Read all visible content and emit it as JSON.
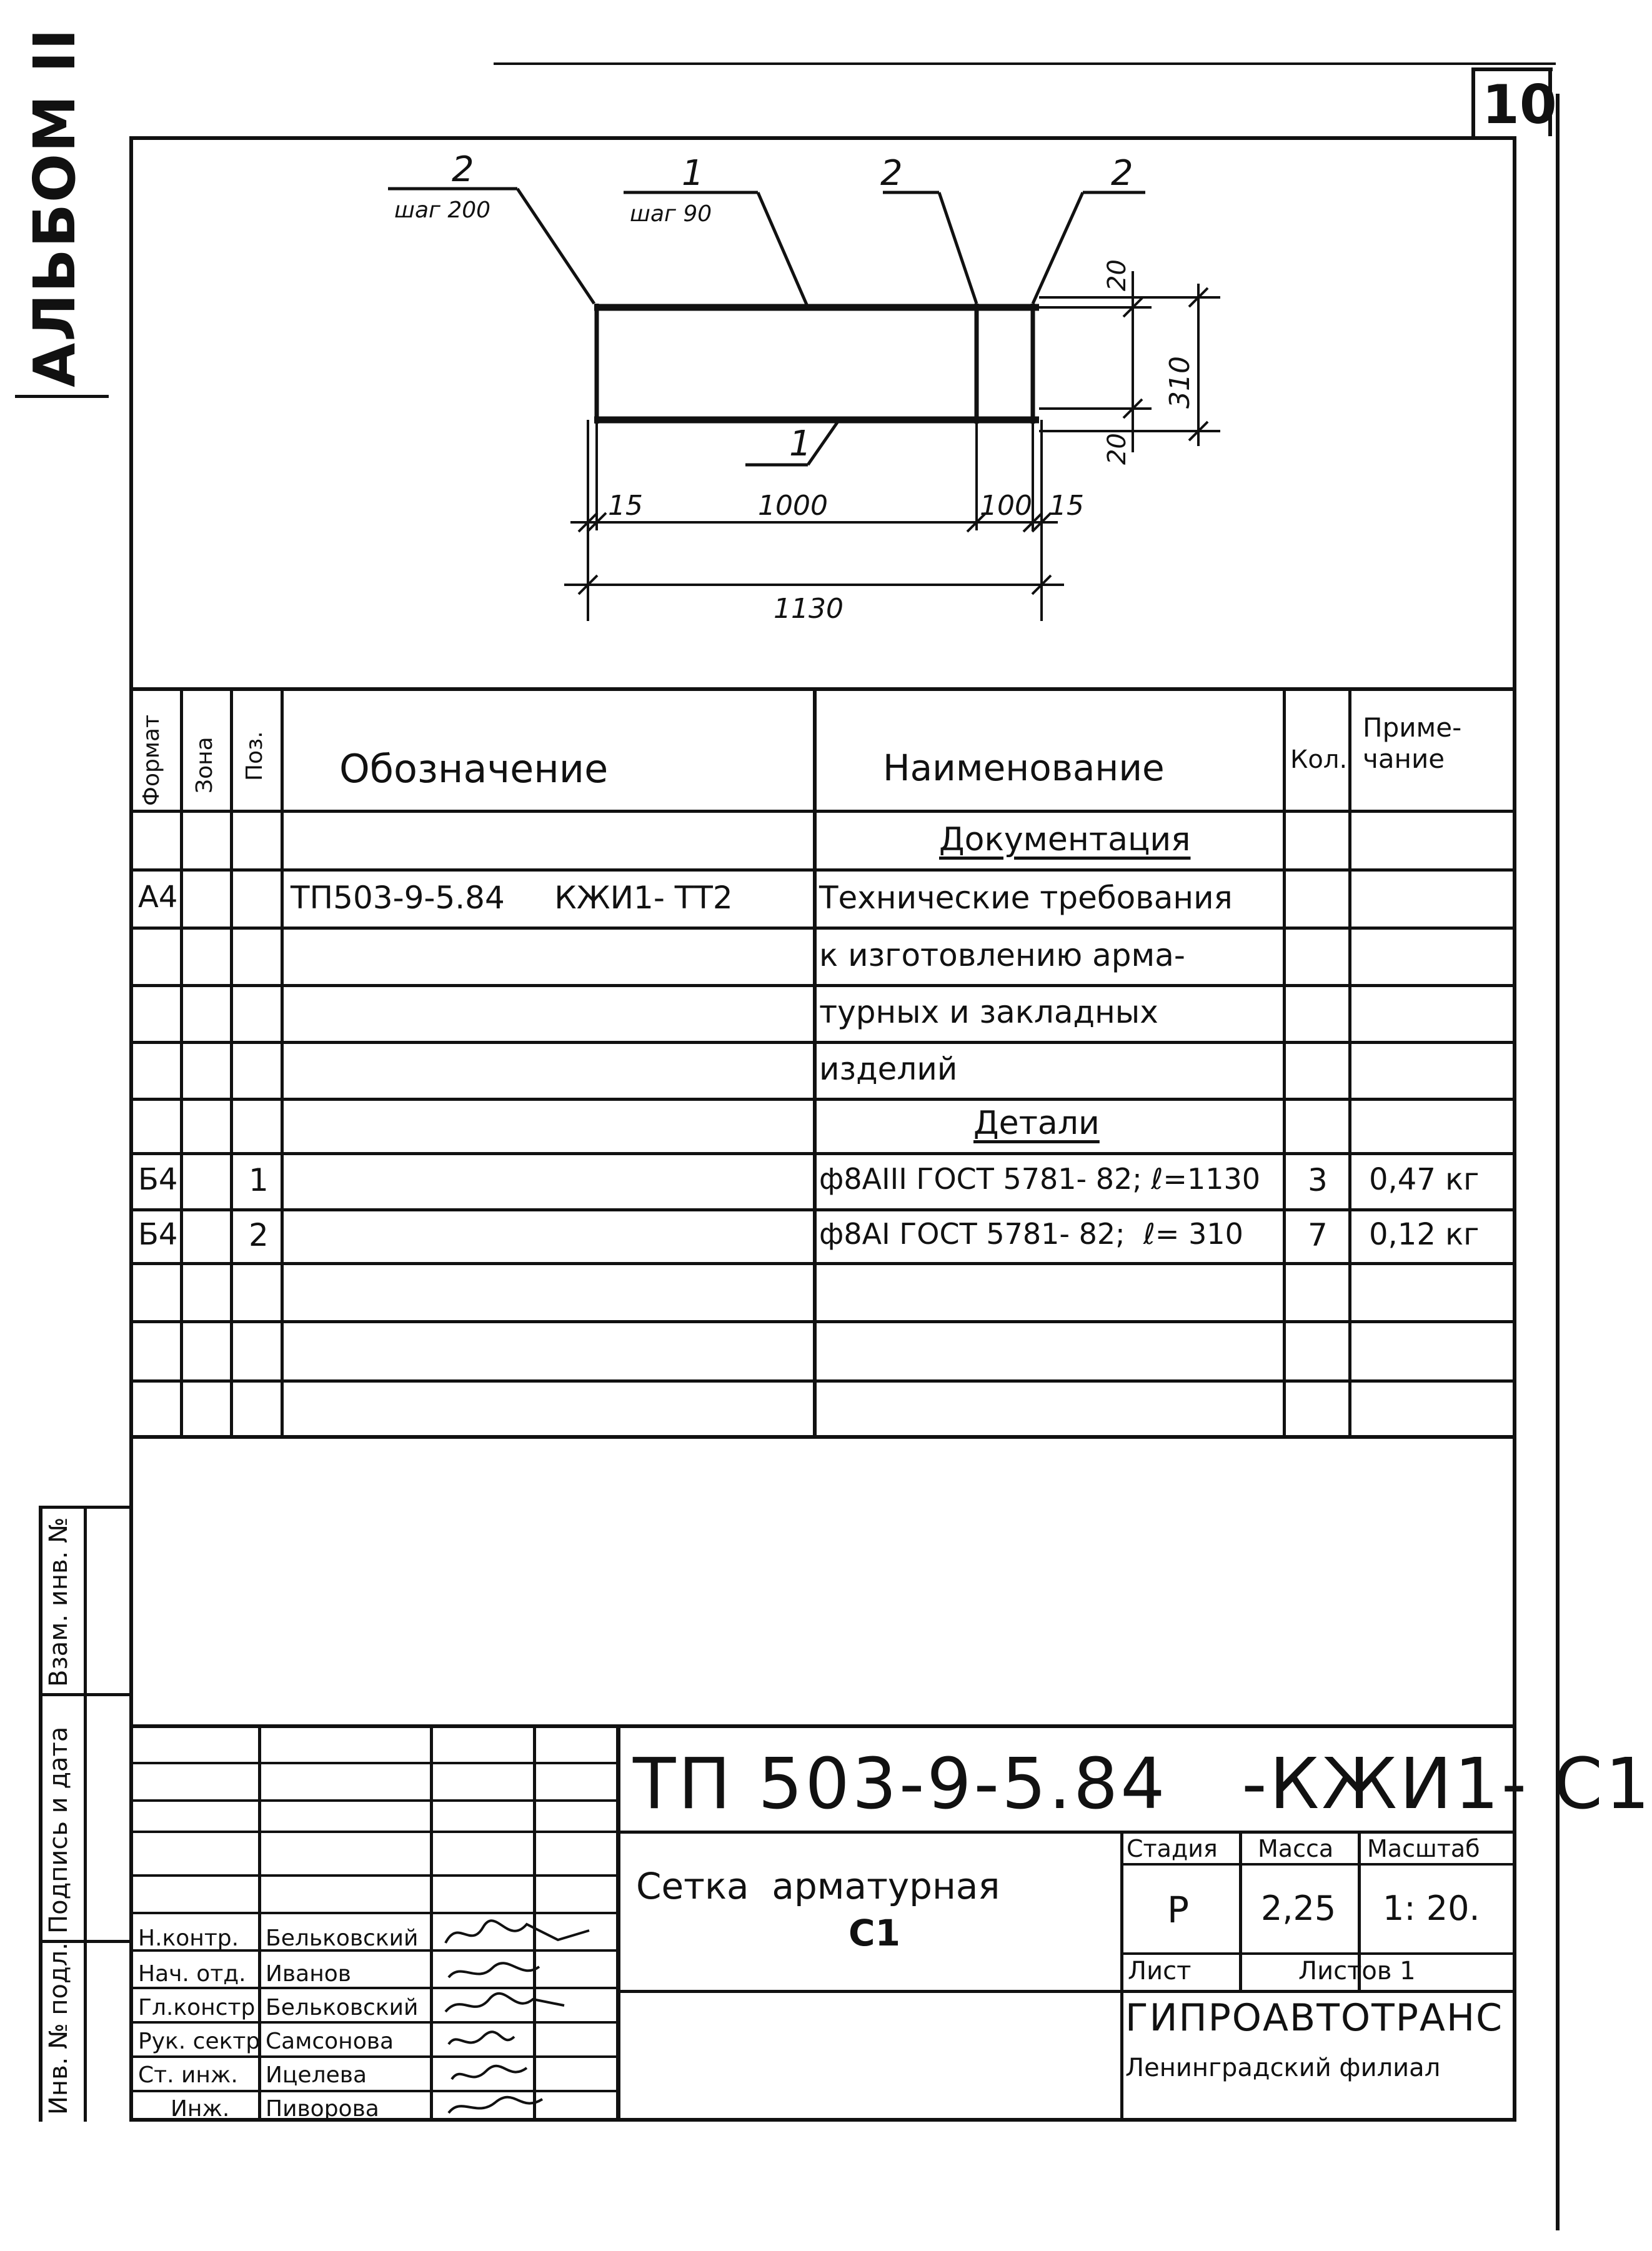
{
  "sheet": {
    "number": "10",
    "album": "АЛЬБОМ II"
  },
  "drawing": {
    "callouts": [
      {
        "pos": "2",
        "note": "шаг 200"
      },
      {
        "pos": "1",
        "note": "шаг 90"
      },
      {
        "pos": "2",
        "note": ""
      },
      {
        "pos": "2",
        "note": ""
      },
      {
        "pos": "1",
        "note": ""
      }
    ],
    "dims": {
      "end_left": "15",
      "span": "1000",
      "gap": "100",
      "end_right": "15",
      "total": "1130",
      "height": "310",
      "top_cover": "20",
      "bottom_cover": "20"
    }
  },
  "spec": {
    "headers": {
      "format": "Формат",
      "zone": "Зона",
      "pos": "Поз.",
      "designation": "Обозначение",
      "name": "Наименование",
      "qty": "Кол.",
      "note": "Приме-\nчание"
    },
    "rows": [
      {
        "format": "",
        "pos": "",
        "designation": "",
        "name": "Документация",
        "qty": "",
        "note": "",
        "heading": true
      },
      {
        "format": "А4",
        "pos": "",
        "designation": "ТП503-9-5.84     КЖИ1- ТТ2",
        "name": "Технические требования",
        "qty": "",
        "note": ""
      },
      {
        "format": "",
        "pos": "",
        "designation": "",
        "name": "к изготовлению арма-",
        "qty": "",
        "note": ""
      },
      {
        "format": "",
        "pos": "",
        "designation": "",
        "name": "турных и закладных",
        "qty": "",
        "note": ""
      },
      {
        "format": "",
        "pos": "",
        "designation": "",
        "name": "изделий",
        "qty": "",
        "note": ""
      },
      {
        "format": "",
        "pos": "",
        "designation": "",
        "name": "Детали",
        "qty": "",
        "note": "",
        "heading": true
      },
      {
        "format": "Б4",
        "pos": "1",
        "designation": "",
        "name": "ф8АIII ГОСТ 5781- 82; ℓ=1130",
        "qty": "3",
        "note": "0,47 кг"
      },
      {
        "format": "Б4",
        "pos": "2",
        "designation": "",
        "name": "ф8АI ГОСТ 5781- 82;  ℓ= 310",
        "qty": "7",
        "note": "0,12 кг"
      },
      {
        "format": "",
        "pos": "",
        "designation": "",
        "name": "",
        "qty": "",
        "note": ""
      },
      {
        "format": "",
        "pos": "",
        "designation": "",
        "name": "",
        "qty": "",
        "note": ""
      },
      {
        "format": "",
        "pos": "",
        "designation": "",
        "name": "",
        "qty": "",
        "note": ""
      }
    ]
  },
  "side_stamp": {
    "inv_orig": "Инв. № подл.",
    "sign_date": "Подпись и дата",
    "inv_replace": "Взам. инв. №"
  },
  "title_block": {
    "code": "ТП 503-9-5.84   -КЖИ1- С1",
    "title_line1": "Сетка  арматурная",
    "title_line2": "С1",
    "stage_label": "Стадия",
    "mass_label": "Масса",
    "scale_label": "Масштаб",
    "stage": "Р",
    "mass": "2,25",
    "scale": "1: 20.",
    "sheet_label": "Лист",
    "sheets_label": "Листов 1",
    "org": "ГИПРОАВТОТРАНС",
    "branch": "Ленинградский филиал",
    "staff": [
      {
        "role": "Н.контр.",
        "name": "Бельковский"
      },
      {
        "role": "Нач. отд.",
        "name": "Иванов"
      },
      {
        "role": "Гл.констр",
        "name": "Бельковский"
      },
      {
        "role": "Рук. сектр",
        "name": "Самсонова"
      },
      {
        "role": "Ст. инж.",
        "name": "Ицелева"
      },
      {
        "role": "Инж.",
        "name": "Пиворова"
      }
    ]
  }
}
